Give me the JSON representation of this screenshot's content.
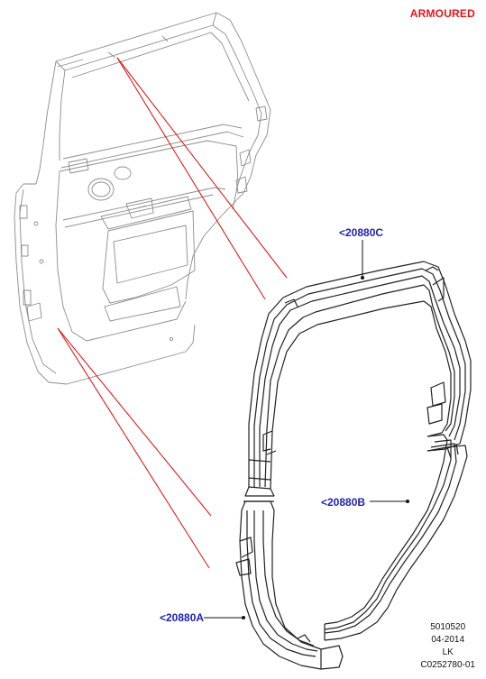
{
  "header": {
    "variant_label": "ARMOURED"
  },
  "callouts": {
    "upper_seal": "<20880C",
    "rear_seal": "<20880B",
    "lower_seal": "<20880A"
  },
  "footer": {
    "illustration_number": "5010520",
    "date": "04-2014",
    "author": "LK",
    "graphic_id": "C0252780-01"
  },
  "colors": {
    "variant_label": "#e8141b",
    "callout": "#1f1fb4",
    "leader_lines": "#d91e1e",
    "line_art": "#222222",
    "door_line_art": "#9a9a9a"
  }
}
